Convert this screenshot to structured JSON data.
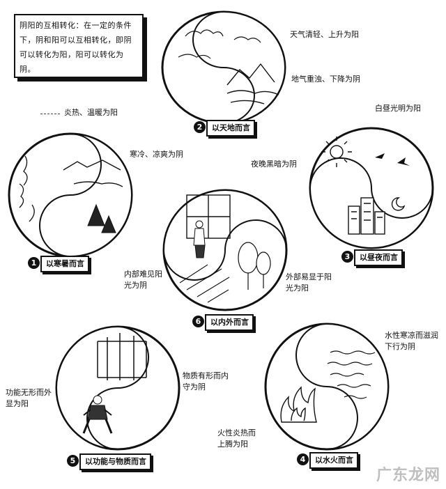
{
  "intro": {
    "text": "阴阳的互相转化：在一定的条件下，阴和阳可以互相转化，即阴可以转化为阳，阳可以转化为阴。"
  },
  "panels": [
    {
      "number": "2",
      "caption": "以天地而言",
      "labels": [
        "天气清轻、上升为阳",
        "地气重浊、下降为阴"
      ]
    },
    {
      "number": "1",
      "caption": "以寒暑而言",
      "labels": [
        "炎热、温暖为阳",
        "寒冷、凉爽为阴"
      ]
    },
    {
      "number": "3",
      "caption": "以昼夜而言",
      "labels": [
        "白昼光明为阳",
        "夜晚黑暗为阴"
      ]
    },
    {
      "number": "6",
      "caption": "以内外而言",
      "labels": [
        "内部难见阳光为阴",
        "外部易显于阳光为阳"
      ]
    },
    {
      "number": "5",
      "caption": "以功能与物质而言",
      "labels": [
        "功能无形而外显为阳",
        "物质有形而内守为阴"
      ]
    },
    {
      "number": "4",
      "caption": "以水火而言",
      "labels": [
        "水性寒凉而滋润下行为阴",
        "火性炎热而上腾为阳"
      ]
    }
  ],
  "watermark": "广东龙网"
}
